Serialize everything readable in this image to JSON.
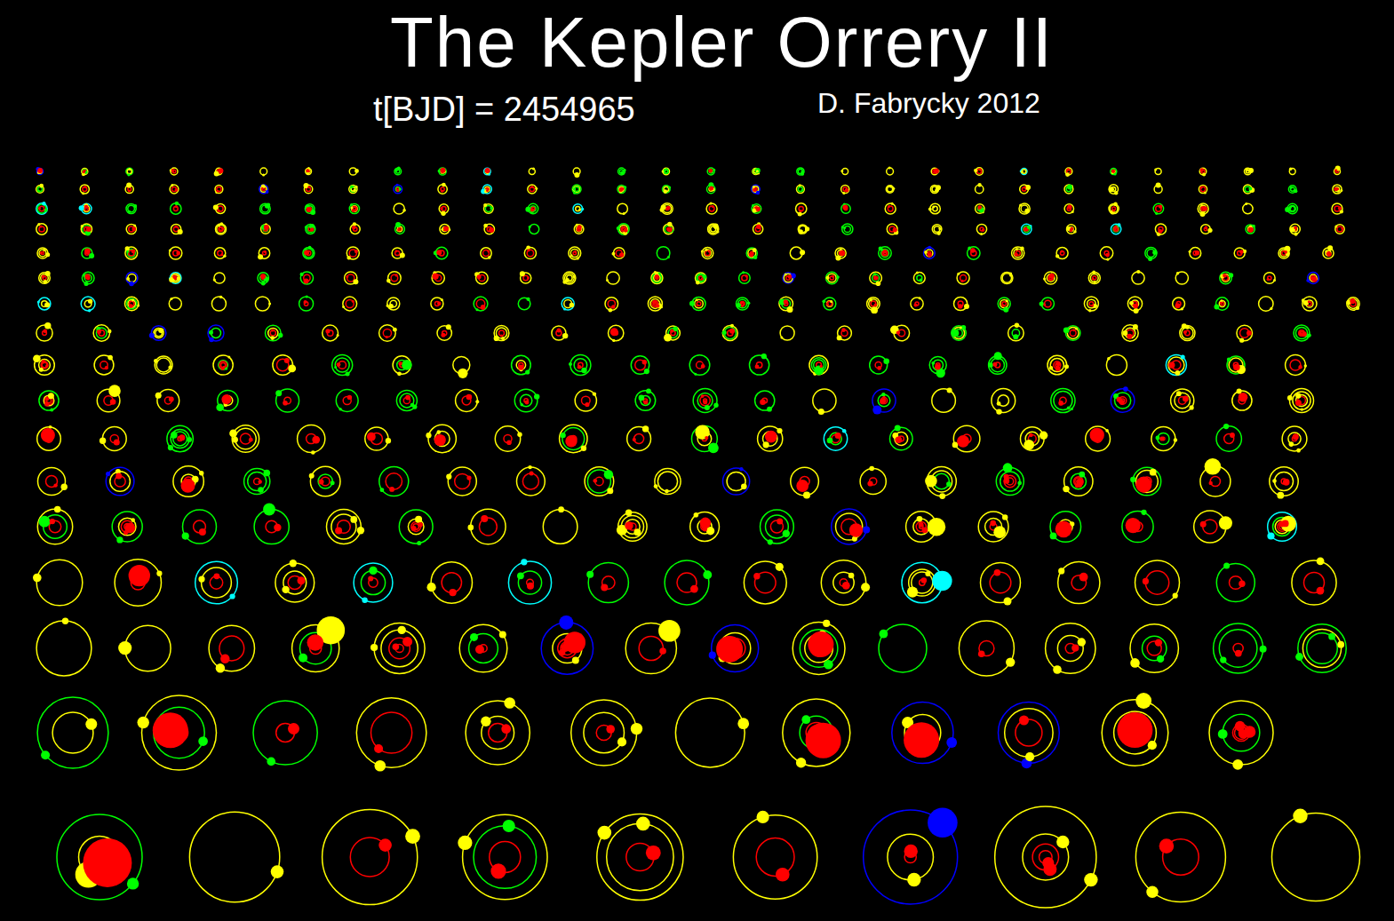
{
  "diagram": {
    "title": "The Kepler Orrery II",
    "labels": [
      "t[BJD] = 2454965",
      "D. Fabrycky 2012"
    ]
  }
}
